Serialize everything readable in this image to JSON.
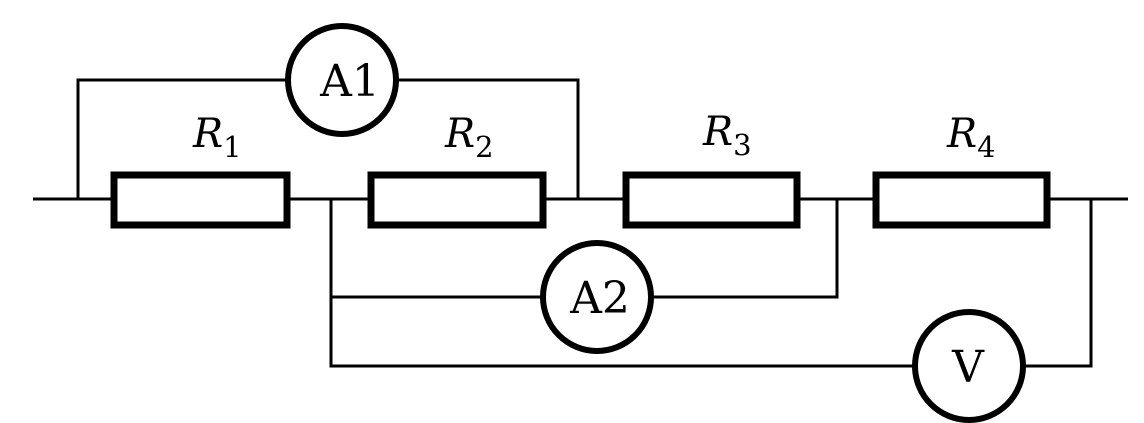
{
  "resistors": [
    {
      "letter": "R",
      "sub": "1"
    },
    {
      "letter": "R",
      "sub": "2"
    },
    {
      "letter": "R",
      "sub": "3"
    },
    {
      "letter": "R",
      "sub": "4"
    }
  ],
  "meters": {
    "a1": "A1",
    "a2": "A2",
    "v": "V"
  }
}
